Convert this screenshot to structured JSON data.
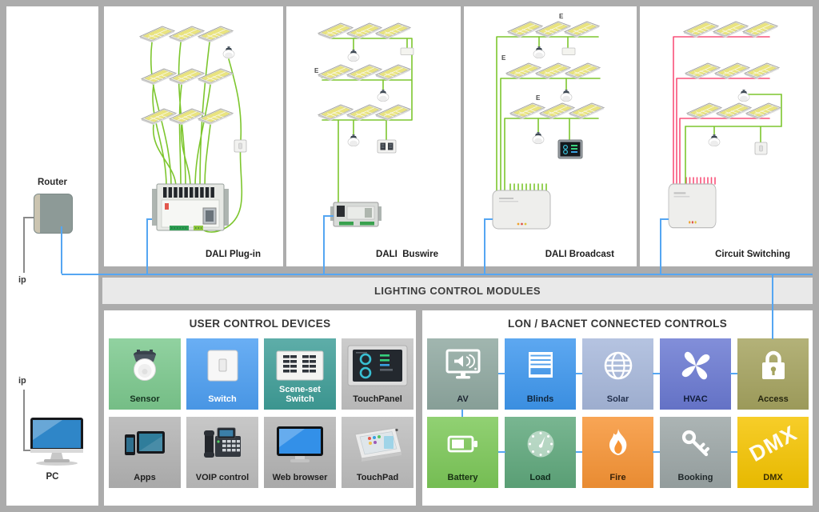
{
  "left_rail": {
    "router_label": "Router",
    "ip_label_top": "ip",
    "ip_label_bottom": "ip",
    "pc_label": "PC"
  },
  "modules_bar": {
    "label": "LIGHTING CONTROL MODULES"
  },
  "panels": [
    {
      "title": "DALI Plug-in"
    },
    {
      "title": "DALI  Buswire",
      "emergency_marker": "E"
    },
    {
      "title": "DALI Broadcast",
      "emergency_markers": [
        "E",
        "E",
        "E"
      ]
    },
    {
      "title": "Circuit Switching"
    }
  ],
  "user_controls": {
    "title": "USER CONTROL DEVICES",
    "tiles": [
      {
        "label": "Sensor",
        "icon": "occupancy-sensor-icon",
        "bg": "#7cc98e",
        "fg": "#14321f"
      },
      {
        "label": "Switch",
        "icon": "light-switch-icon",
        "bg": "#4d9ff2",
        "fg": "#ffffff"
      },
      {
        "label": "Scene-set Switch",
        "icon": "scene-switch-icon",
        "bg": "#3f9e98",
        "fg": "#ffffff"
      },
      {
        "label": "TouchPanel",
        "icon": "touch-panel-icon",
        "bg": "#c2c2c2",
        "fg": "#1f1f1f"
      },
      {
        "label": "Apps",
        "icon": "mobile-apps-icon",
        "bg": "#b3b3b3",
        "fg": "#1f1f1f"
      },
      {
        "label": "VOIP control",
        "icon": "voip-phone-icon",
        "bg": "#bdbdbd",
        "fg": "#1f1f1f"
      },
      {
        "label": "Web browser",
        "icon": "web-browser-icon",
        "bg": "#b3b3b3",
        "fg": "#1f1f1f"
      },
      {
        "label": "TouchPad",
        "icon": "touch-pad-icon",
        "bg": "#bdbdbd",
        "fg": "#1f1f1f"
      }
    ]
  },
  "lon_controls": {
    "title": "LON / BACNET CONNECTED CONTROLS",
    "tiles": [
      {
        "label": "AV",
        "icon": "av-monitor-speaker-icon",
        "bg": "#8fa8a0",
        "fg": "#1c2430"
      },
      {
        "label": "Blinds",
        "icon": "window-blinds-icon",
        "bg": "#3e97ee",
        "fg": "#10263d"
      },
      {
        "label": "Solar",
        "icon": "globe-icon",
        "bg": "#a7b8db",
        "fg": "#23304d"
      },
      {
        "label": "HVAC",
        "icon": "fan-icon",
        "bg": "#6a79d2",
        "fg": "#101c3a"
      },
      {
        "label": "Access",
        "icon": "padlock-icon",
        "bg": "#a5a35f",
        "fg": "#26260f"
      },
      {
        "label": "Battery",
        "icon": "battery-icon",
        "bg": "#7cc858",
        "fg": "#173012"
      },
      {
        "label": "Load",
        "icon": "gauge-icon",
        "bg": "#5fa87c",
        "fg": "#0f2b1c"
      },
      {
        "label": "Fire",
        "icon": "flame-icon",
        "bg": "#f79435",
        "fg": "#3a2208"
      },
      {
        "label": "Booking",
        "icon": "key-icon",
        "bg": "#9ca6a6",
        "fg": "#20282a"
      },
      {
        "label": "DMX",
        "icon": "dmx-text-icon",
        "bg": "#f5c400",
        "fg": "#3b2f03",
        "watermark": "DMX"
      }
    ]
  },
  "colors": {
    "wire_green": "#7dc62e",
    "wire_red": "#f8527a",
    "wire_blue": "#55a6f2",
    "canvas_bg": "#acacac",
    "bar_bg": "#e9e9e9",
    "panel_bg": "#ffffff"
  }
}
